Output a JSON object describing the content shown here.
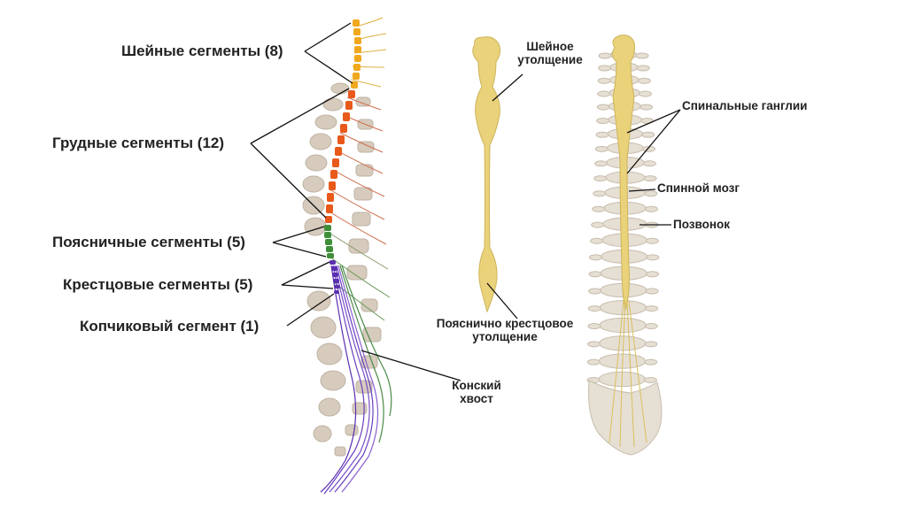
{
  "left_labels": {
    "cervical": "Шейные сегменты (8)",
    "thoracic": "Грудные сегменты (12)",
    "lumbar": "Поясничные сегменты (5)",
    "sacral": "Крестцовые сегменты (5)",
    "coccygeal": "Копчиковый сегмент (1)"
  },
  "middle_labels": {
    "cervical_enlargement_line1": "Шейное",
    "cervical_enlargement_line2": "утолщение",
    "lumbosacral_line1": "Пояснично крестцовое",
    "lumbosacral_line2": "утолщение",
    "cauda_line1": "Конский",
    "cauda_line2": "хвост"
  },
  "right_labels": {
    "ganglia": "Спинальные ганглии",
    "spinal_cord": "Спинной мозг",
    "vertebra": "Позвонок"
  },
  "colors": {
    "cervical": "#f0a81e",
    "thoracic": "#e8591a",
    "lumbar": "#3f8f3a",
    "sacral": "#5a2fb0",
    "bone": "#d6cbbd",
    "cord": "#e9d27a"
  }
}
